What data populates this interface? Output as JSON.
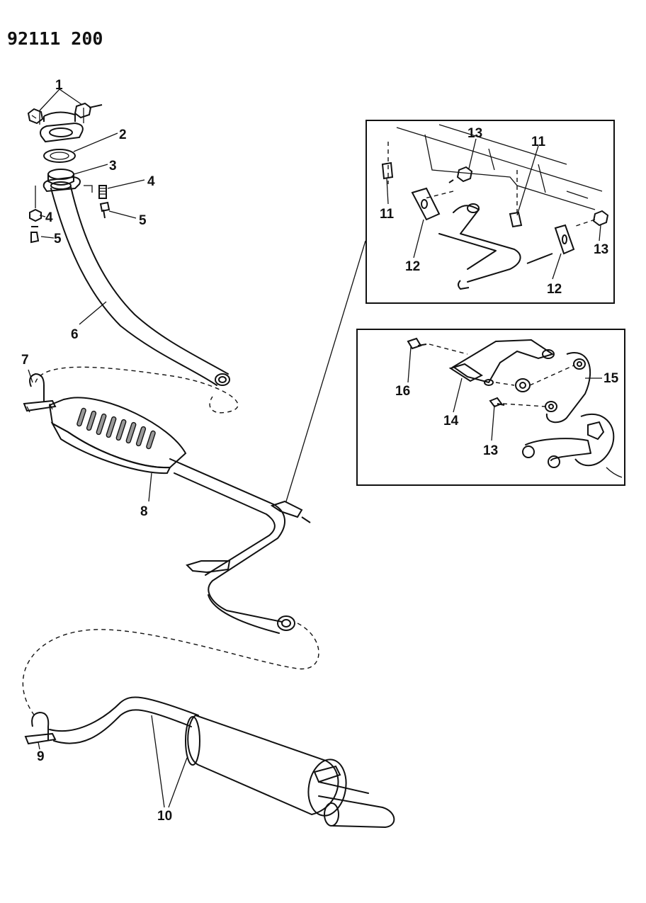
{
  "doc_number": "92111 200",
  "callouts": {
    "c1": "1",
    "c2": "2",
    "c3": "3",
    "c4a": "4",
    "c4b": "4",
    "c5a": "5",
    "c5b": "5",
    "c6": "6",
    "c7": "7",
    "c8": "8",
    "c9": "9",
    "c10": "10",
    "c11a": "11",
    "c11b": "11",
    "c12a": "12",
    "c12b": "12",
    "c13a": "13",
    "c13b": "13",
    "c13c": "13",
    "c14": "14",
    "c15": "15",
    "c16": "16"
  }
}
